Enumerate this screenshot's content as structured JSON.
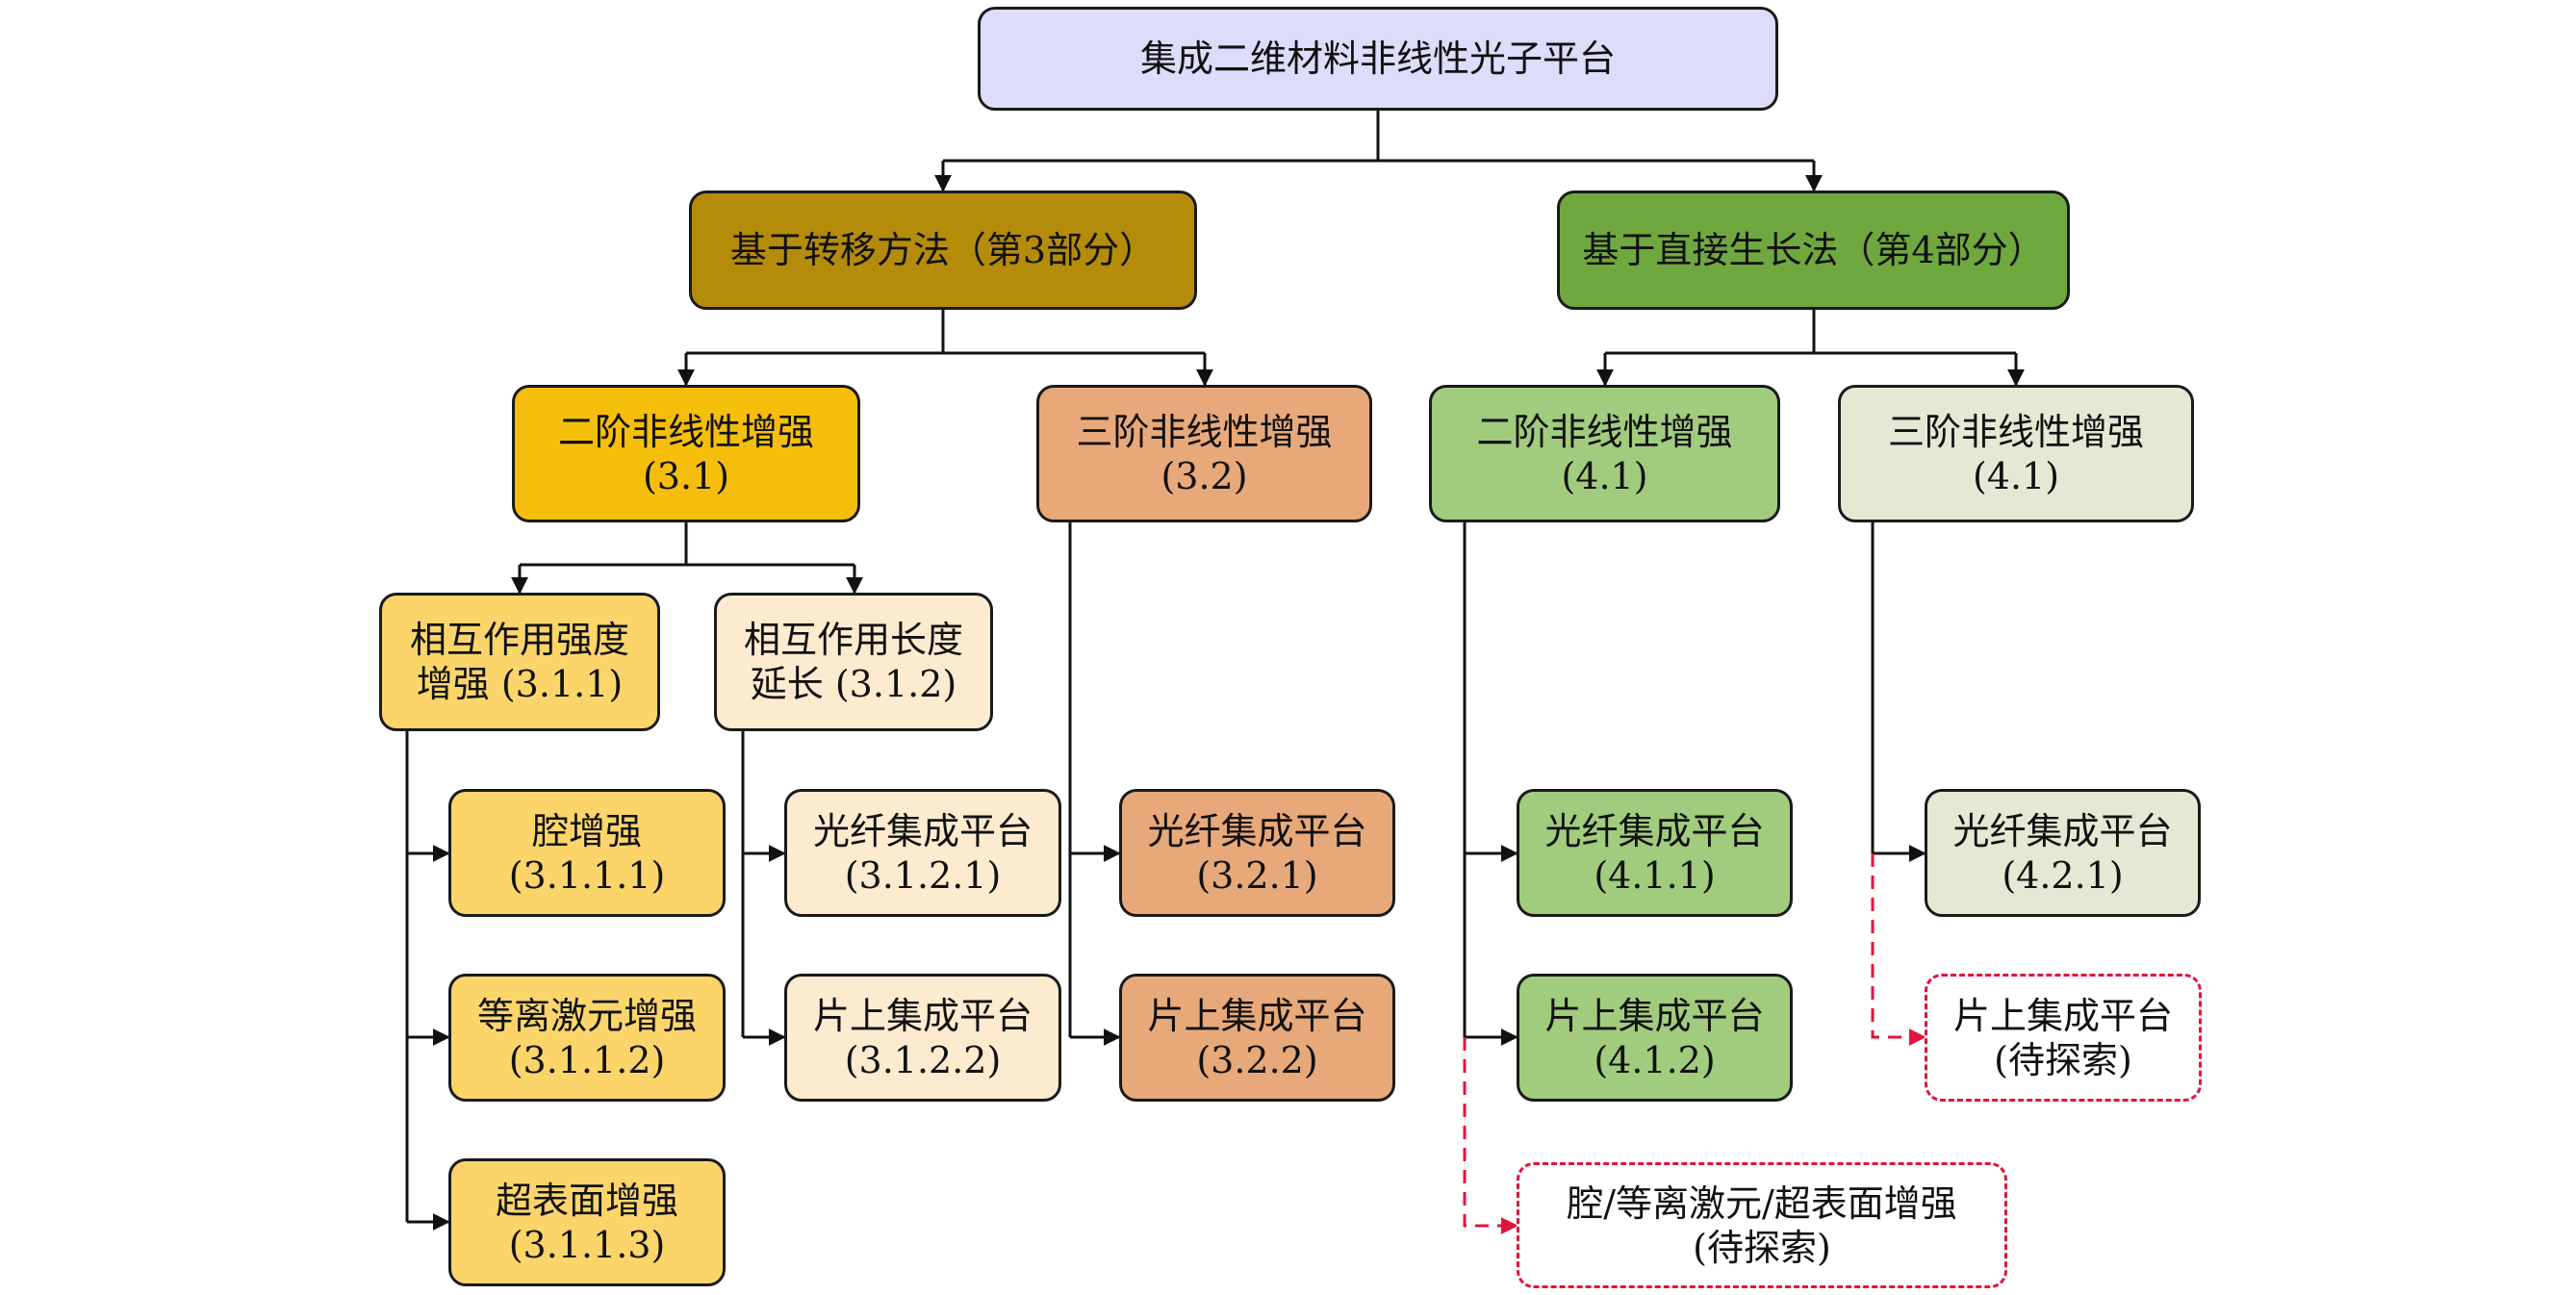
{
  "colors": {
    "root": "#dddcfb",
    "transfer": "#b58b0a",
    "growth": "#6fa83e",
    "second_order_transfer": "#f5be0a",
    "third_order_transfer": "#e8a97a",
    "second_order_growth": "#a1cc7e",
    "third_order_growth": "#e3e9d3",
    "interaction_strength": "#fbd56a",
    "interaction_length": "#fdebcf",
    "arrow": "#111111",
    "dashed_arrow": "#e0143c"
  },
  "root": {
    "line1": "集成二维材料非线性光子平台"
  },
  "transfer": {
    "line1": "基于转移方法（第3部分）"
  },
  "growth": {
    "line1": "基于直接生长法（第4部分）"
  },
  "second_order_transfer": {
    "line1": "二阶非线性增强",
    "line2": "(3.1)"
  },
  "third_order_transfer": {
    "line1": "三阶非线性增强",
    "line2": "(3.2)"
  },
  "second_order_growth": {
    "line1": "二阶非线性增强",
    "line2": "(4.1)"
  },
  "third_order_growth": {
    "line1": "三阶非线性增强",
    "line2": "(4.1)"
  },
  "interaction_strength": {
    "line1": "相互作用强度",
    "line2": "增强 (3.1.1)"
  },
  "interaction_length": {
    "line1": "相互作用长度",
    "line2": "延长 (3.1.2)"
  },
  "cavity": {
    "line1": "腔增强",
    "line2": "(3.1.1.1)"
  },
  "plasmon": {
    "line1": "等离激元增强",
    "line2": "(3.1.1.2)"
  },
  "metasurface": {
    "line1": "超表面增强",
    "line2": "(3.1.1.3)"
  },
  "fiber_3121": {
    "line1": "光纤集成平台",
    "line2": "(3.1.2.1)"
  },
  "onchip_3122": {
    "line1": "片上集成平台",
    "line2": "(3.1.2.2)"
  },
  "fiber_321": {
    "line1": "光纤集成平台",
    "line2": "(3.2.1)"
  },
  "onchip_322": {
    "line1": "片上集成平台",
    "line2": "(3.2.2)"
  },
  "fiber_411": {
    "line1": "光纤集成平台",
    "line2": "(4.1.1)"
  },
  "onchip_412": {
    "line1": "片上集成平台",
    "line2": "(4.1.2)"
  },
  "fiber_421": {
    "line1": "光纤集成平台",
    "line2": "(4.2.1)"
  },
  "onchip_unexplored": {
    "line1": "片上集成平台",
    "line2": "(待探索)"
  },
  "enhance_unexplored": {
    "line1": "腔/等离激元/超表面增强",
    "line2": "(待探索)"
  }
}
